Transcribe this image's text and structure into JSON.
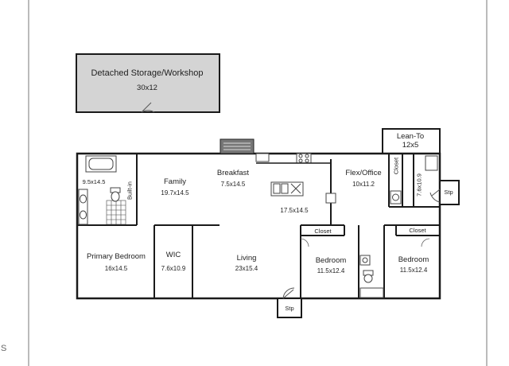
{
  "colors": {
    "wall": "#1a1a1a",
    "storage_fill": "#d4d4d4",
    "floor": "#ffffff",
    "page_border": "#777777",
    "fixture": "#9a9a9a"
  },
  "storage": {
    "name": "Detached Storage/Workshop",
    "size": "30x12"
  },
  "lean_to": {
    "name": "Lean-To",
    "size": "12x5"
  },
  "rooms": {
    "family": {
      "name": "Family",
      "size": "19.7x14.5"
    },
    "breakfast": {
      "name": "Breakfast",
      "size": "7.5x14.5"
    },
    "kitchen": {
      "size": "17.5x14.5"
    },
    "flex": {
      "name": "Flex/Office",
      "size": "10x11.2"
    },
    "bath": {
      "size": "9.5x14.5"
    },
    "builtin": {
      "name": "Built-in"
    },
    "primary": {
      "name": "Primary Bedroom",
      "size": "16x14.5"
    },
    "wic": {
      "name": "WIC",
      "size": "7.6x10.9"
    },
    "living": {
      "name": "Living",
      "size": "23x15.4"
    },
    "bedroom2": {
      "name": "Bedroom",
      "size": "11.5x12.4"
    },
    "bedroom3": {
      "name": "Bedroom",
      "size": "11.5x12.4"
    },
    "closet_flex": {
      "name": "Closet"
    },
    "laundry": {
      "size": "7.6x10.9"
    },
    "closet_b2": {
      "name": "Closet"
    },
    "closet_b3": {
      "name": "Closet"
    }
  },
  "steps": {
    "front": "Stp",
    "side": "Stp"
  },
  "edge_text": "S",
  "icons": [
    "door-swing-icon",
    "bathtub-icon",
    "toilet-icon",
    "sink-icon",
    "range-icon",
    "fireplace-icon",
    "shower-icon"
  ]
}
